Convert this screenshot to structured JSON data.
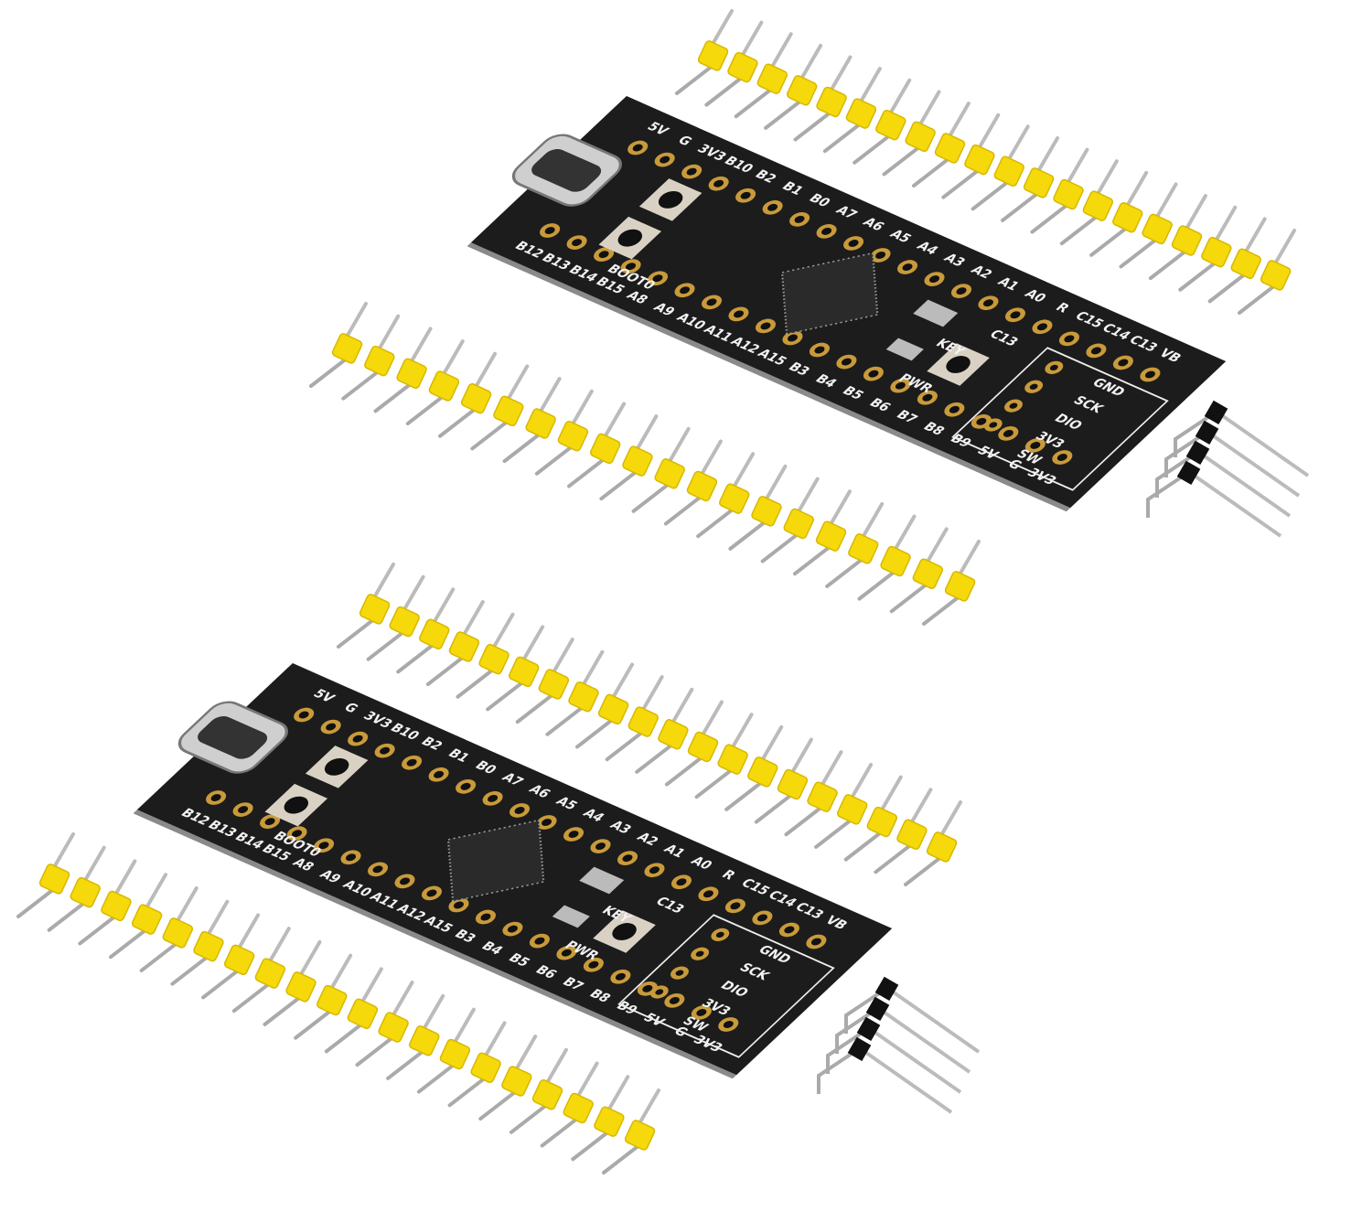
{
  "photo": {
    "board_count": 2,
    "board": {
      "top_row_labels": [
        "5V",
        "G",
        "3V3",
        "B10",
        "B2",
        "B1",
        "B0",
        "A7",
        "A6",
        "A5",
        "A4",
        "A3",
        "A2",
        "A1",
        "A0",
        "R",
        "C15",
        "C14",
        "C13",
        "VB"
      ],
      "bottom_row_labels": [
        "B12",
        "B13",
        "B14",
        "B15",
        "A8",
        "A9",
        "A10",
        "A11",
        "A12",
        "A15",
        "B3",
        "B4",
        "B5",
        "B6",
        "B7",
        "B8",
        "B9",
        "5V",
        "G",
        "3V3"
      ],
      "swd_labels": [
        "GND",
        "SCK",
        "DIO",
        "3V3",
        "SW"
      ],
      "boot_label": "BOOT0",
      "pwr_label": "PWR",
      "key_label": "KEY",
      "led_label": "C13"
    },
    "colors": {
      "pcb": "#1c1c1c",
      "header_plastic": "#f5d90a",
      "pin": "#c8c8c8",
      "pad": "#c89a3a",
      "swd_header": "#111111"
    }
  }
}
